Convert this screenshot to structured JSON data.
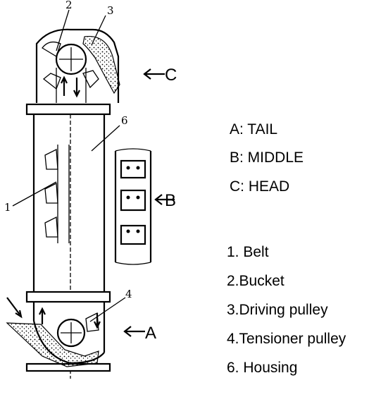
{
  "sections": [
    {
      "key": "A",
      "text": "A: TAIL"
    },
    {
      "key": "B",
      "text": "B: MIDDLE"
    },
    {
      "key": "C",
      "text": "C: HEAD"
    }
  ],
  "parts": [
    {
      "num": "1",
      "text": "1. Belt"
    },
    {
      "num": "2",
      "text": "2.Bucket"
    },
    {
      "num": "3",
      "text": "3.Driving pulley"
    },
    {
      "num": "4",
      "text": "4.Tensioner pulley"
    },
    {
      "num": "6",
      "text": "6. Housing"
    }
  ],
  "callouts": {
    "n1": "1",
    "n2": "2",
    "n3": "3",
    "n4": "4",
    "n6": "6"
  },
  "side_labels": {
    "a": "A",
    "b": "B",
    "c": "C"
  }
}
